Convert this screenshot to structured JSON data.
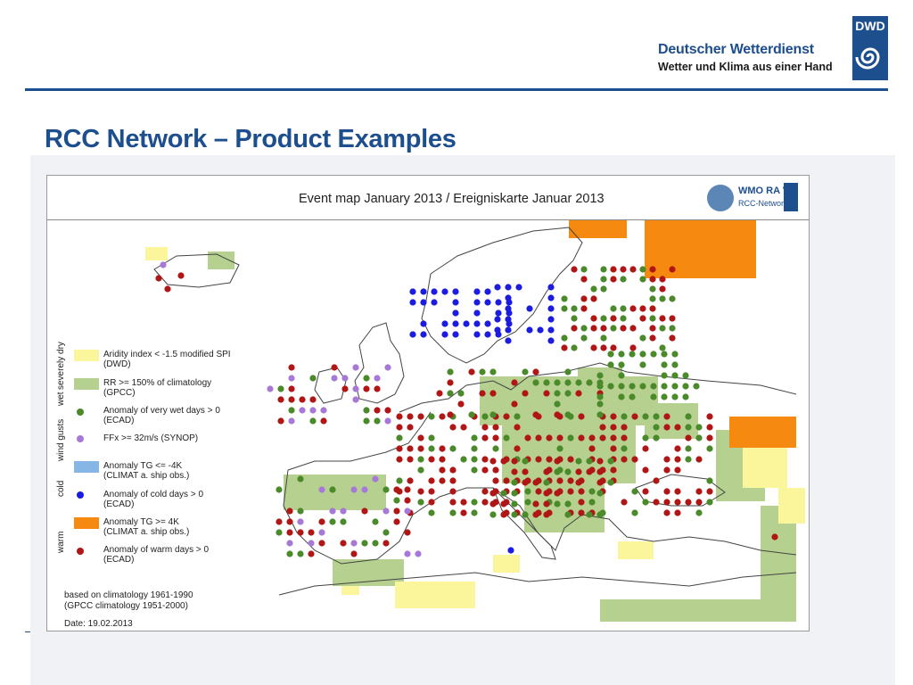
{
  "brand": {
    "name": "Deutscher Wetterdienst",
    "tagline": "Wetter und Klima aus einer Hand",
    "logo_text": "DWD"
  },
  "slide": {
    "title": "RCC Network – Product Examples"
  },
  "map": {
    "title": "Event map January 2013 / Ereigniskarte Januar 2013",
    "logo": {
      "line1": "WMO RA VI",
      "line2": "RCC-Network"
    },
    "legend": {
      "categories": {
        "severely_dry": "severely dry",
        "wet": "wet",
        "wind_gusts": "wind gusts",
        "cold": "cold",
        "warm": "warm"
      },
      "items": [
        {
          "id": "aridity",
          "line1": "Aridity index < -1.5 modified SPI",
          "line2": "(DWD)",
          "color": "#fbf59b",
          "kind": "swatch"
        },
        {
          "id": "rr",
          "line1": "RR >= 150% of climatology",
          "line2": "(GPCC)",
          "color": "#b6d18f",
          "kind": "swatch"
        },
        {
          "id": "wetdays",
          "line1": "Anomaly of very wet days > 0",
          "line2": "(ECAD)",
          "color": "#4a8a2a",
          "kind": "dot"
        },
        {
          "id": "ffx",
          "line1": "FFx >= 32m/s (SYNOP)",
          "line2": "",
          "color": "#a779d6",
          "kind": "dot"
        },
        {
          "id": "tgcold",
          "line1": "Anomaly TG <= -4K",
          "line2": "(CLIMAT a. ship obs.)",
          "color": "#86b6e6",
          "kind": "swatch"
        },
        {
          "id": "colddays",
          "line1": "Anomaly of cold days > 0",
          "line2": "(ECAD)",
          "color": "#1c1ce0",
          "kind": "dot"
        },
        {
          "id": "tgwarm",
          "line1": "Anomaly TG >= 4K",
          "line2": "(CLIMAT a. ship obs.)",
          "color": "#f68a10",
          "kind": "swatch"
        },
        {
          "id": "warmdays",
          "line1": "Anomaly of warm days > 0",
          "line2": "(ECAD)",
          "color": "#b01616",
          "kind": "dot"
        }
      ]
    },
    "footnote": {
      "line1": "based on climatology 1961-1990",
      "line2": "(GPCC climatology 1951-2000)",
      "date": "Date: 19.02.2013"
    }
  },
  "colors": {
    "brand_blue": "#1d4e8e",
    "green_area": "#b6d18f",
    "yellow_area": "#fbf59b",
    "orange_area": "#f68a10",
    "dot_green": "#4a8a2a",
    "dot_red": "#b01616",
    "dot_blue": "#1c1ce0",
    "dot_purple": "#a779d6"
  }
}
